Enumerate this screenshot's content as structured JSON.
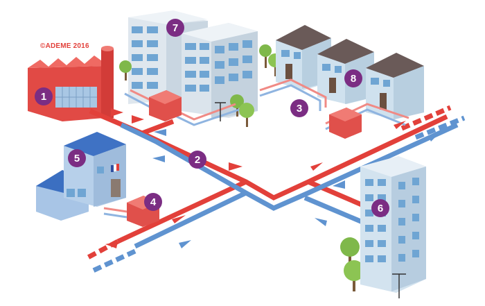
{
  "copyright": "©ADEME 2016",
  "colors": {
    "hot_pipe": "#e2403a",
    "cold_pipe": "#5f93d0",
    "badge": "#7b2d83",
    "building_light": "#cfe1ee",
    "building_side": "#a9c3d6",
    "factory": "#e14a45",
    "substation": "#e0504b",
    "tree": "#7fb84a"
  },
  "badges": [
    {
      "num": "1",
      "subject": "factory"
    },
    {
      "num": "2",
      "subject": "network-pipes"
    },
    {
      "num": "3",
      "subject": "service-pipes"
    },
    {
      "num": "4",
      "subject": "substation"
    },
    {
      "num": "5",
      "subject": "town-hall"
    },
    {
      "num": "6",
      "subject": "tower-block"
    },
    {
      "num": "7",
      "subject": "office-buildings"
    },
    {
      "num": "8",
      "subject": "houses"
    }
  ]
}
